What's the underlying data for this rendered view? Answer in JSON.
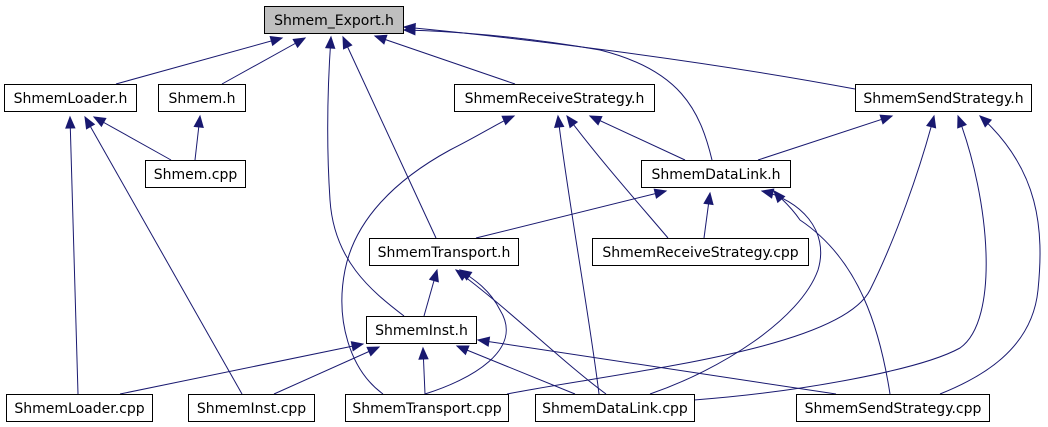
{
  "diagram": {
    "colors": {
      "edge": "#191970",
      "root_fill": "#bfbfbf",
      "node_fill": "#ffffff",
      "border": "#000000"
    },
    "nodes": [
      {
        "id": "export_h",
        "label": "Shmem_Export.h",
        "highlight": true
      },
      {
        "id": "loader_h",
        "label": "ShmemLoader.h"
      },
      {
        "id": "shmem_h",
        "label": "Shmem.h"
      },
      {
        "id": "recv_h",
        "label": "ShmemReceiveStrategy.h"
      },
      {
        "id": "send_h",
        "label": "ShmemSendStrategy.h"
      },
      {
        "id": "shmem_cpp",
        "label": "Shmem.cpp"
      },
      {
        "id": "datalink_h",
        "label": "ShmemDataLink.h"
      },
      {
        "id": "transport_h",
        "label": "ShmemTransport.h"
      },
      {
        "id": "recv_cpp",
        "label": "ShmemReceiveStrategy.cpp"
      },
      {
        "id": "inst_h",
        "label": "ShmemInst.h"
      },
      {
        "id": "loader_cpp",
        "label": "ShmemLoader.cpp"
      },
      {
        "id": "inst_cpp",
        "label": "ShmemInst.cpp"
      },
      {
        "id": "transport_cpp",
        "label": "ShmemTransport.cpp"
      },
      {
        "id": "datalink_cpp",
        "label": "ShmemDataLink.cpp"
      },
      {
        "id": "send_cpp",
        "label": "ShmemSendStrategy.cpp"
      }
    ],
    "edges": [
      {
        "from": "loader_h",
        "to": "export_h"
      },
      {
        "from": "shmem_h",
        "to": "export_h"
      },
      {
        "from": "recv_h",
        "to": "export_h"
      },
      {
        "from": "send_h",
        "to": "export_h"
      },
      {
        "from": "datalink_h",
        "to": "export_h"
      },
      {
        "from": "transport_h",
        "to": "export_h"
      },
      {
        "from": "inst_h",
        "to": "export_h"
      },
      {
        "from": "shmem_cpp",
        "to": "loader_h"
      },
      {
        "from": "loader_cpp",
        "to": "loader_h"
      },
      {
        "from": "inst_cpp",
        "to": "loader_h"
      },
      {
        "from": "shmem_cpp",
        "to": "shmem_h"
      },
      {
        "from": "datalink_h",
        "to": "recv_h"
      },
      {
        "from": "recv_cpp",
        "to": "recv_h"
      },
      {
        "from": "datalink_cpp",
        "to": "recv_h"
      },
      {
        "from": "transport_cpp",
        "to": "recv_h"
      },
      {
        "from": "datalink_h",
        "to": "send_h"
      },
      {
        "from": "transport_cpp",
        "to": "send_h"
      },
      {
        "from": "datalink_cpp",
        "to": "send_h"
      },
      {
        "from": "send_cpp",
        "to": "send_h"
      },
      {
        "from": "transport_h",
        "to": "datalink_h"
      },
      {
        "from": "recv_cpp",
        "to": "datalink_h"
      },
      {
        "from": "datalink_cpp",
        "to": "datalink_h"
      },
      {
        "from": "send_cpp",
        "to": "datalink_h"
      },
      {
        "from": "inst_h",
        "to": "transport_h"
      },
      {
        "from": "transport_cpp",
        "to": "transport_h"
      },
      {
        "from": "datalink_cpp",
        "to": "transport_h"
      },
      {
        "from": "loader_cpp",
        "to": "inst_h"
      },
      {
        "from": "inst_cpp",
        "to": "inst_h"
      },
      {
        "from": "transport_cpp",
        "to": "inst_h"
      },
      {
        "from": "datalink_cpp",
        "to": "inst_h"
      },
      {
        "from": "send_cpp",
        "to": "inst_h"
      }
    ]
  }
}
